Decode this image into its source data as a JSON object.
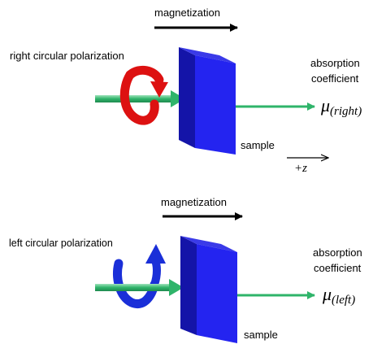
{
  "top_panel": {
    "magnetization_label": "magnetization",
    "polarization_label": "right circular polarization",
    "absorption_label_line1": "absorption",
    "absorption_label_line2": "coefficient",
    "mu_symbol": "μ",
    "mu_subscript": "(right)",
    "sample_label": "sample",
    "axis_label": "+z"
  },
  "bottom_panel": {
    "magnetization_label": "magnetization",
    "polarization_label": "left circular polarization",
    "absorption_label_line1": "absorption",
    "absorption_label_line2": "coefficient",
    "mu_symbol": "μ",
    "mu_subscript": "(left)",
    "sample_label": "sample"
  },
  "colors": {
    "sample_front": "#2424f0",
    "sample_side": "#1414a8",
    "beam": "#2fb46a",
    "right_polarization_arrow": "#dd1111",
    "left_polarization_arrow": "#1a2fd8",
    "arrows": "#000000"
  }
}
